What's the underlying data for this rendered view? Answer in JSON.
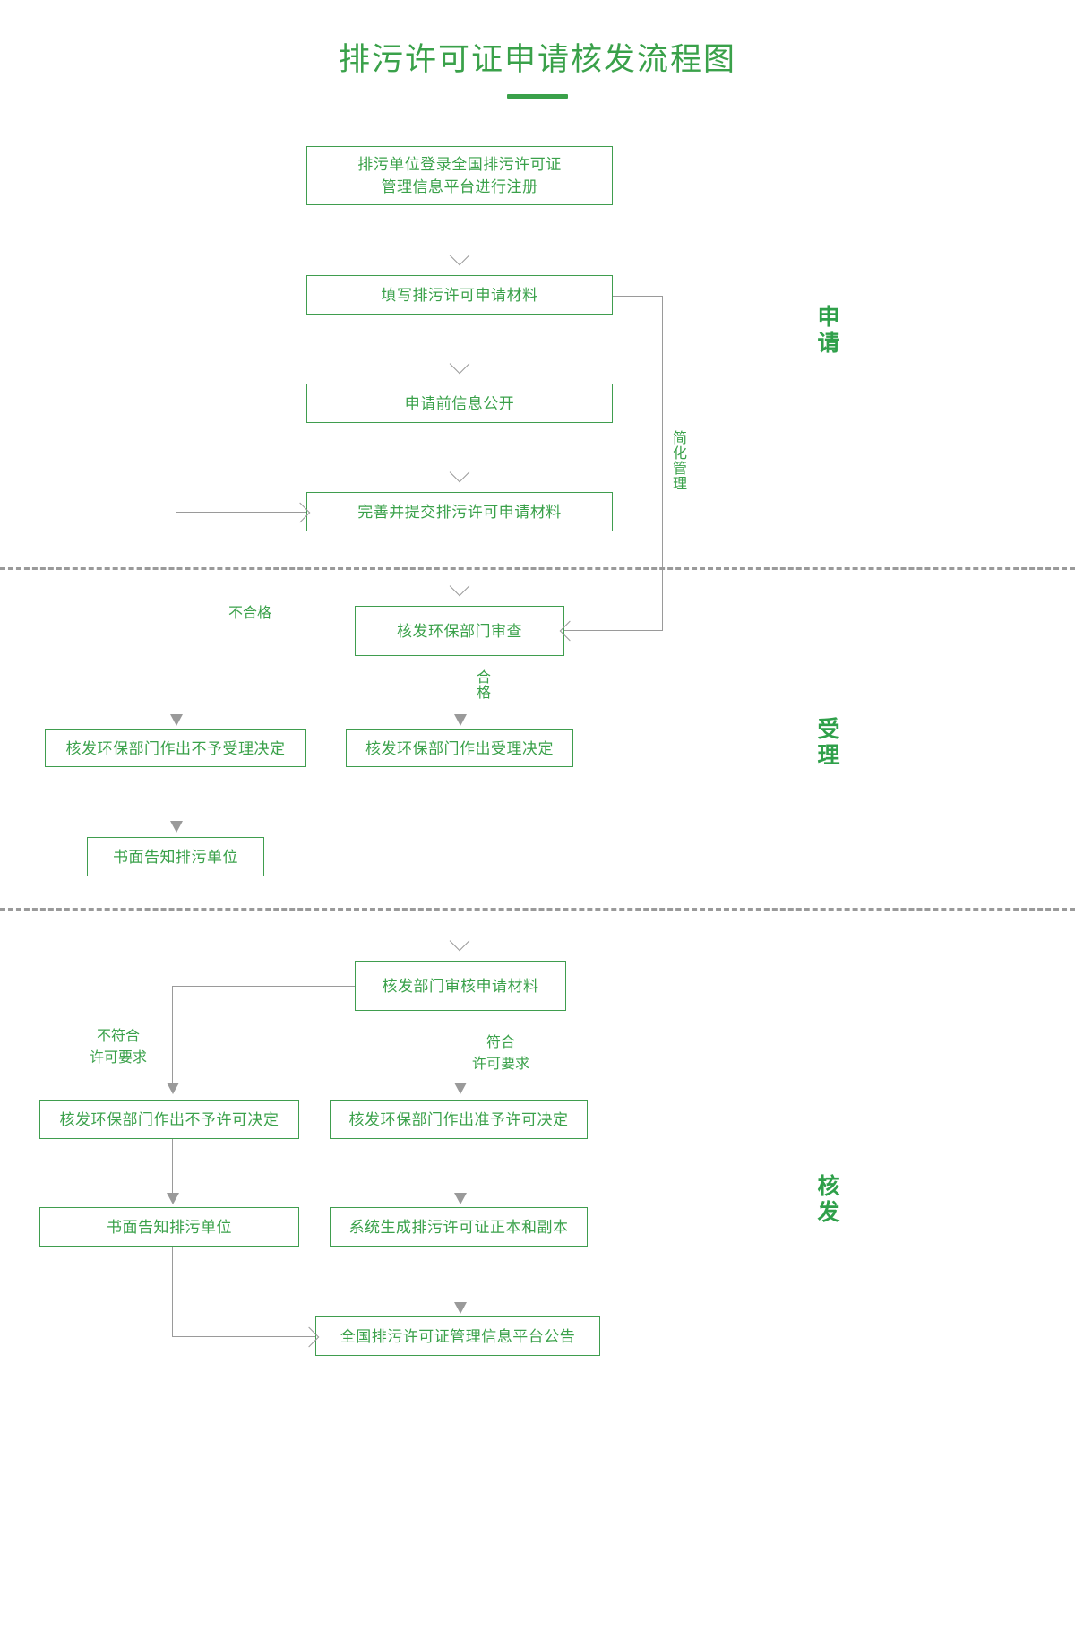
{
  "title": "排污许可证申请核发流程图",
  "colors": {
    "accent": "#3aa14a",
    "box_border": "#3f9d4e",
    "line": "#9a9a9a",
    "background": "#ffffff"
  },
  "stages": [
    {
      "id": "stage-apply",
      "label": "申请"
    },
    {
      "id": "stage-accept",
      "label": "受理"
    },
    {
      "id": "stage-issue",
      "label": "核发"
    }
  ],
  "nodes": [
    {
      "id": "register",
      "text": "排污单位登录全国排污许可证\n管理信息平台进行注册"
    },
    {
      "id": "fill-materials",
      "text": "填写排污许可申请材料"
    },
    {
      "id": "pre-disclosure",
      "text": "申请前信息公开"
    },
    {
      "id": "submit-materials",
      "text": "完善并提交排污许可申请材料"
    },
    {
      "id": "epb-review",
      "text": "核发环保部门审查"
    },
    {
      "id": "reject-accept",
      "text": "核发环保部门作出不予受理决定"
    },
    {
      "id": "approve-accept",
      "text": "核发环保部门作出受理决定"
    },
    {
      "id": "notify-unit-1",
      "text": "书面告知排污单位"
    },
    {
      "id": "dept-audit",
      "text": "核发部门审核申请材料"
    },
    {
      "id": "reject-permit",
      "text": "核发环保部门作出不予许可决定"
    },
    {
      "id": "grant-permit",
      "text": "核发环保部门作出准予许可决定"
    },
    {
      "id": "notify-unit-2",
      "text": "书面告知排污单位"
    },
    {
      "id": "generate-cert",
      "text": "系统生成排污许可证正本和副本"
    },
    {
      "id": "platform-notice",
      "text": "全国排污许可证管理信息平台公告"
    }
  ],
  "edge_labels": [
    {
      "id": "simplified-management",
      "text": "简化管理"
    },
    {
      "id": "not-qualified",
      "text": "不合格"
    },
    {
      "id": "qualified",
      "text": "合格"
    },
    {
      "id": "not-meet-requirement",
      "text": "不符合\n许可要求"
    },
    {
      "id": "meet-requirement",
      "text": "符合\n许可要求"
    }
  ]
}
